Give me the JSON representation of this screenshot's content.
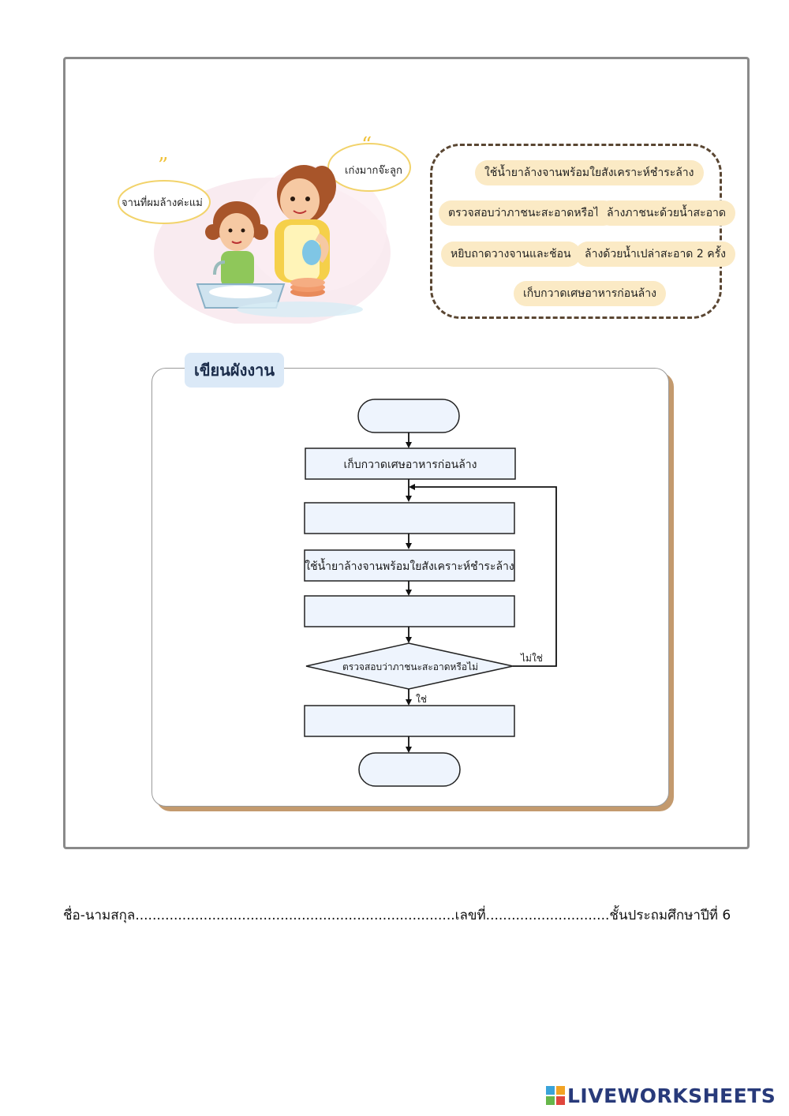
{
  "speech": {
    "left": "จานที่ผมล้างค่ะแม่",
    "right": "เก่งมากจ๊ะลูก"
  },
  "word_bank": [
    "ใช้น้ำยาล้างจานพร้อมใยสังเคราะห์ชำระล้าง",
    "ตรวจสอบว่าภาชนะสะอาดหรือไม่",
    "ล้างภาชนะด้วยน้ำสะอาด",
    "หยิบถาดวางจานและช้อน",
    "ล้างด้วยน้ำเปล่าสะอาด 2 ครั้ง",
    "เก็บกวาดเศษอาหารก่อนล้าง"
  ],
  "panel_title": "เขียนผังงาน",
  "flowchart": {
    "start": "",
    "step1": "เก็บกวาดเศษอาหารก่อนล้าง",
    "step2": "",
    "step3": "ใช้น้ำยาล้างจานพร้อมใยสังเคราะห์ชำระล้าง",
    "step4": "",
    "decision": "ตรวจสอบว่าภาชนะสะอาดหรือไม่",
    "no_label": "ไม่ใช่",
    "yes_label": "ใช่",
    "step5": "",
    "end": ""
  },
  "footer": "ชื่อ-นามสกุล...........................................................................เลขที่.............................ชั้นประถมศึกษาปีที่ 6",
  "brand": "LIVEWORKSHEETS"
}
